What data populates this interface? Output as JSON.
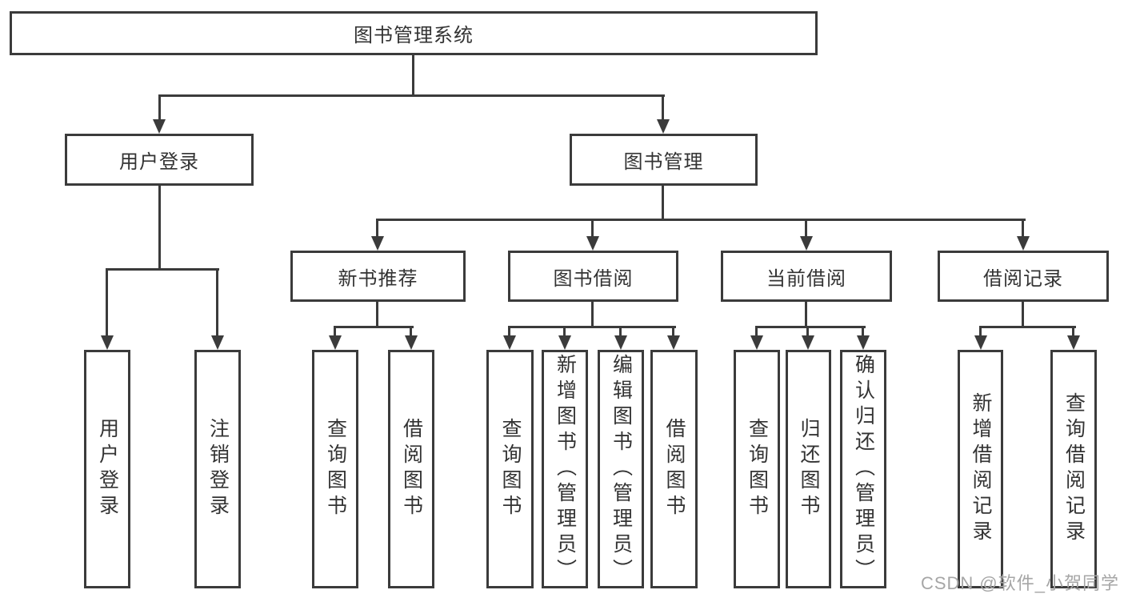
{
  "diagram": {
    "root": {
      "label": "图书管理系统"
    },
    "branches": [
      {
        "label": "用户登录",
        "children": [
          {
            "label": "用户登录"
          },
          {
            "label": "注销登录"
          }
        ]
      },
      {
        "label": "图书管理",
        "children": [
          {
            "label": "新书推荐",
            "children": [
              {
                "label": "查询图书"
              },
              {
                "label": "借阅图书"
              }
            ]
          },
          {
            "label": "图书借阅",
            "children": [
              {
                "label": "查询图书"
              },
              {
                "label": "新增图书（管理员）"
              },
              {
                "label": "编辑图书（管理员）"
              },
              {
                "label": "借阅图书"
              }
            ]
          },
          {
            "label": "当前借阅",
            "children": [
              {
                "label": "查询图书"
              },
              {
                "label": "归还图书"
              },
              {
                "label": "确认归还（管理员）"
              }
            ]
          },
          {
            "label": "借阅记录",
            "children": [
              {
                "label": "新增借阅记录"
              },
              {
                "label": "查询借阅记录"
              }
            ]
          }
        ]
      }
    ],
    "watermark": "CSDN @软件_小贺同学"
  },
  "colors": {
    "line": "#3b3b3b",
    "text": "#333333",
    "watermark": "#a6a6a6",
    "background": "#ffffff"
  }
}
